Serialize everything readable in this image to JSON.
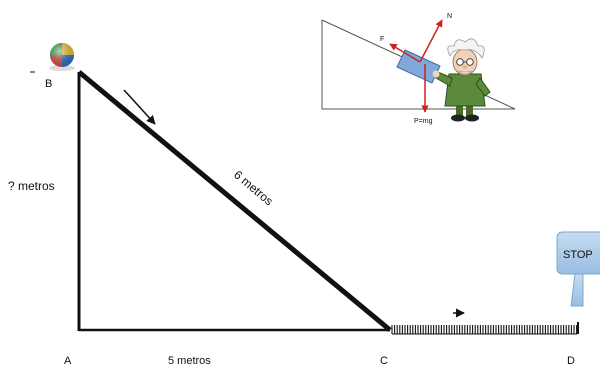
{
  "points": {
    "a": "A",
    "b": "B",
    "c": "C",
    "d": "D"
  },
  "labels": {
    "height": "? metros",
    "base": "5 metros",
    "hypotenuse": "6 metros"
  },
  "inset": {
    "force_f": "F",
    "force_n": "N",
    "weight": "P=mg"
  },
  "sign": {
    "text": "STOP"
  },
  "icons": {
    "ball": "beach-ball-icon",
    "sign": "stop-sign-icon",
    "character": "professor-cartoon-icon",
    "motion": "motion-arrow-icon"
  },
  "colors": {
    "line": "#111111",
    "sign_fill": "#a9cbe9",
    "sign_stroke": "#7fa7cc",
    "force_red": "#cc2222",
    "block_blue": "#7ea9d8",
    "coat_green": "#5b8a3c"
  }
}
